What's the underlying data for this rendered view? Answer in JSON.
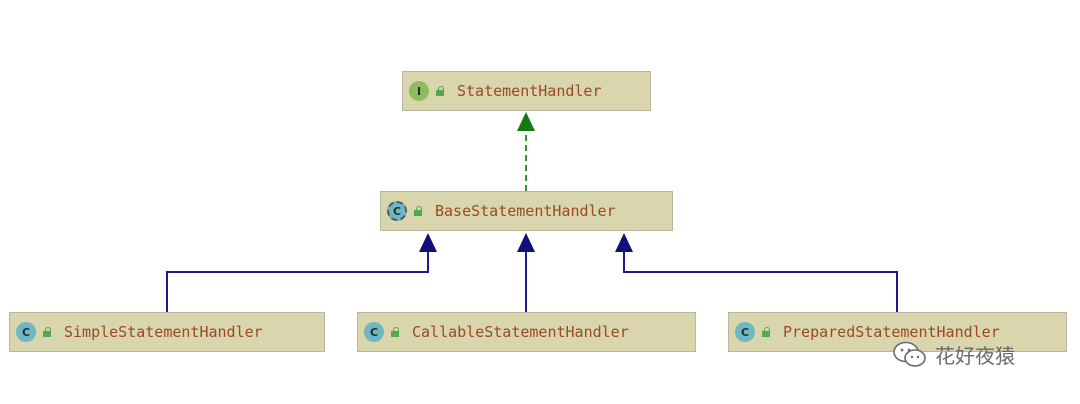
{
  "nodes": {
    "statement_handler": {
      "badge": "I",
      "label": "StatementHandler"
    },
    "base_statement_handler": {
      "badge": "C",
      "label": "BaseStatementHandler"
    },
    "simple_statement_handler": {
      "badge": "C",
      "label": "SimpleStatementHandler"
    },
    "callable_statement_handler": {
      "badge": "C",
      "label": "CallableStatementHandler"
    },
    "prepared_statement_handler": {
      "badge": "C",
      "label": "PreparedStatementHandler"
    }
  },
  "watermark": {
    "text": "花好夜猿",
    "icon": "wechat-icon"
  },
  "colors": {
    "implements_edge": "#2a9a2a",
    "extends_edge": "#1a1a8c",
    "node_fill": "#d9d5ac",
    "label": "#9b4a24"
  }
}
